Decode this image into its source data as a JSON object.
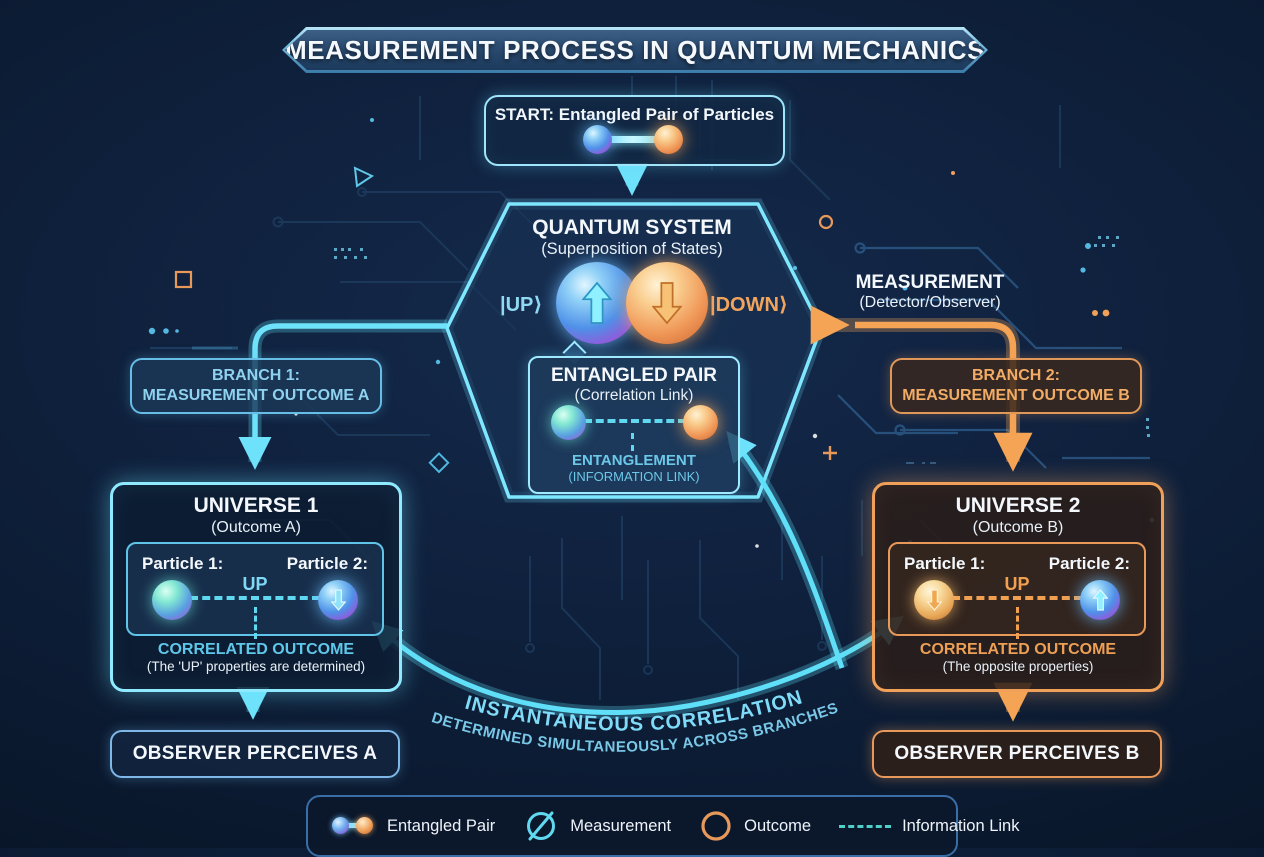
{
  "title": "MEASUREMENT PROCESS IN QUANTUM MECHANICS",
  "start_box": {
    "label": "START: Entangled Pair of Particles"
  },
  "quantum_system": {
    "title": "QUANTUM SYSTEM",
    "subtitle": "(Superposition of States)",
    "state_up": "|UP⟩",
    "state_down": "|DOWN⟩"
  },
  "entangled_pair": {
    "title": "ENTANGLED PAIR",
    "subtitle": "(Correlation Link)",
    "link_line1": "ENTANGLEMENT",
    "link_line2": "(INFORMATION LINK)"
  },
  "measurement": {
    "title": "MEASUREMENT",
    "subtitle": "(Detector/Observer)"
  },
  "branch1": {
    "line1": "BRANCH 1:",
    "line2": "MEASUREMENT OUTCOME A"
  },
  "branch2": {
    "line1": "BRANCH 2:",
    "line2": "MEASUREMENT OUTCOME B"
  },
  "universe1": {
    "title": "UNIVERSE 1",
    "subtitle": "(Outcome A)",
    "particle1_label": "Particle 1:",
    "particle2_label": "Particle 2:",
    "state": "UP",
    "outcome_title": "CORRELATED OUTCOME",
    "outcome_note": "(The 'UP' properties are determined)"
  },
  "universe2": {
    "title": "UNIVERSE 2",
    "subtitle": "(Outcome B)",
    "particle1_label": "Particle 1:",
    "particle2_label": "Particle 2:",
    "state": "UP",
    "outcome_title": "CORRELATED OUTCOME",
    "outcome_note": "(The opposite properties)"
  },
  "observer_a": {
    "label": "OBSERVER PERCEIVES A"
  },
  "observer_b": {
    "label": "OBSERVER PERCEIVES B"
  },
  "correlation": {
    "line1": "INSTANTANEOUS CORRELATION",
    "line2": "(DETERMINED SIMULTANEOUSLY ACROSS BRANCHES)"
  },
  "legend": {
    "items": [
      {
        "icon": "entangled-pair-icon",
        "label": "Entangled Pair"
      },
      {
        "icon": "measurement-icon",
        "label": "Measurement"
      },
      {
        "icon": "outcome-icon",
        "label": "Outcome"
      },
      {
        "icon": "information-link-icon",
        "label": "Information Link"
      }
    ]
  },
  "colors": {
    "background": "#0e1f3a",
    "cyan_accent": "#5fd8f8",
    "orange_accent": "#f09c52",
    "text_white": "#f4f8fd"
  }
}
